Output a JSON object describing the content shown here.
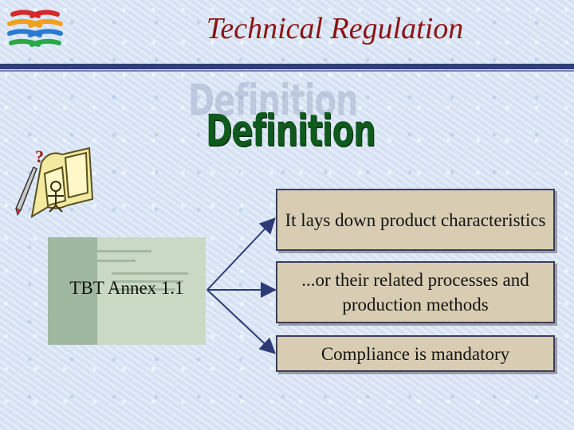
{
  "header": {
    "title": "Technical Regulation"
  },
  "banner": {
    "word": "Definition"
  },
  "source": {
    "label": "TBT Annex 1.1"
  },
  "elements": [
    {
      "text": "It lays down product characteristics"
    },
    {
      "text": "...or their related processes and production methods"
    },
    {
      "text": "Compliance is mandatory"
    }
  ],
  "colors": {
    "title": "#8b1414",
    "header_rule": "#2f3f78",
    "banner": "#0f5a1c",
    "box_fill": "#d8cdb2",
    "arrow": "#2d3a78"
  },
  "icons": [
    "wto-logo-icon",
    "thinking-figure-icon",
    "book-cover-icon"
  ]
}
